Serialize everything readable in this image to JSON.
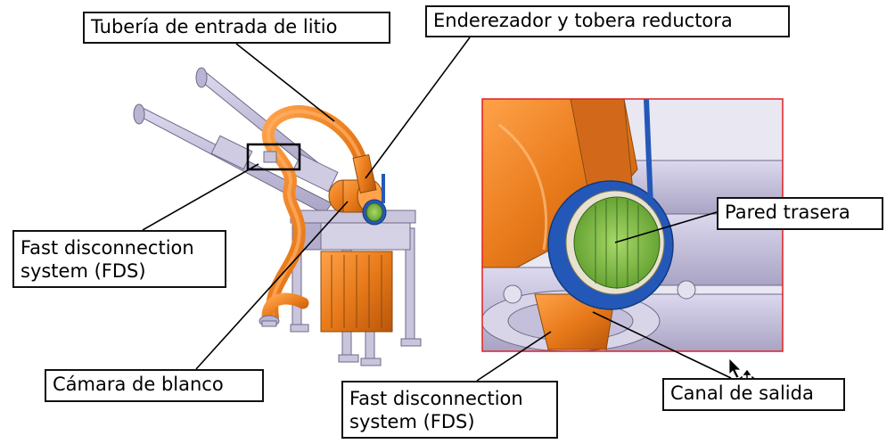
{
  "labels": {
    "tuberia_entrada": "Tubería de entrada de litio",
    "enderezador": "Enderezador y tobera reductora",
    "fds_left_line1": "Fast disconnection",
    "fds_left_line2": "system (FDS)",
    "camara_blanco": "Cámara de blanco",
    "pared_trasera": "Pared trasera",
    "fds_mid_line1": "Fast disconnection",
    "fds_mid_line2": "system (FDS)",
    "canal_salida": "Canal de salida"
  },
  "colors": {
    "pipe_orange": "#e87a1a",
    "pipe_orange_dark": "#b8560a",
    "structure_lavender": "#c6c2dc",
    "structure_dark": "#8e8aa6",
    "backwall_green": "#7fbf3f",
    "flange_blue": "#2458b8",
    "inset_border": "#e02020"
  },
  "icons": {
    "cursor": "mouse-pointer-icon",
    "move": "move-cursor-icon"
  }
}
